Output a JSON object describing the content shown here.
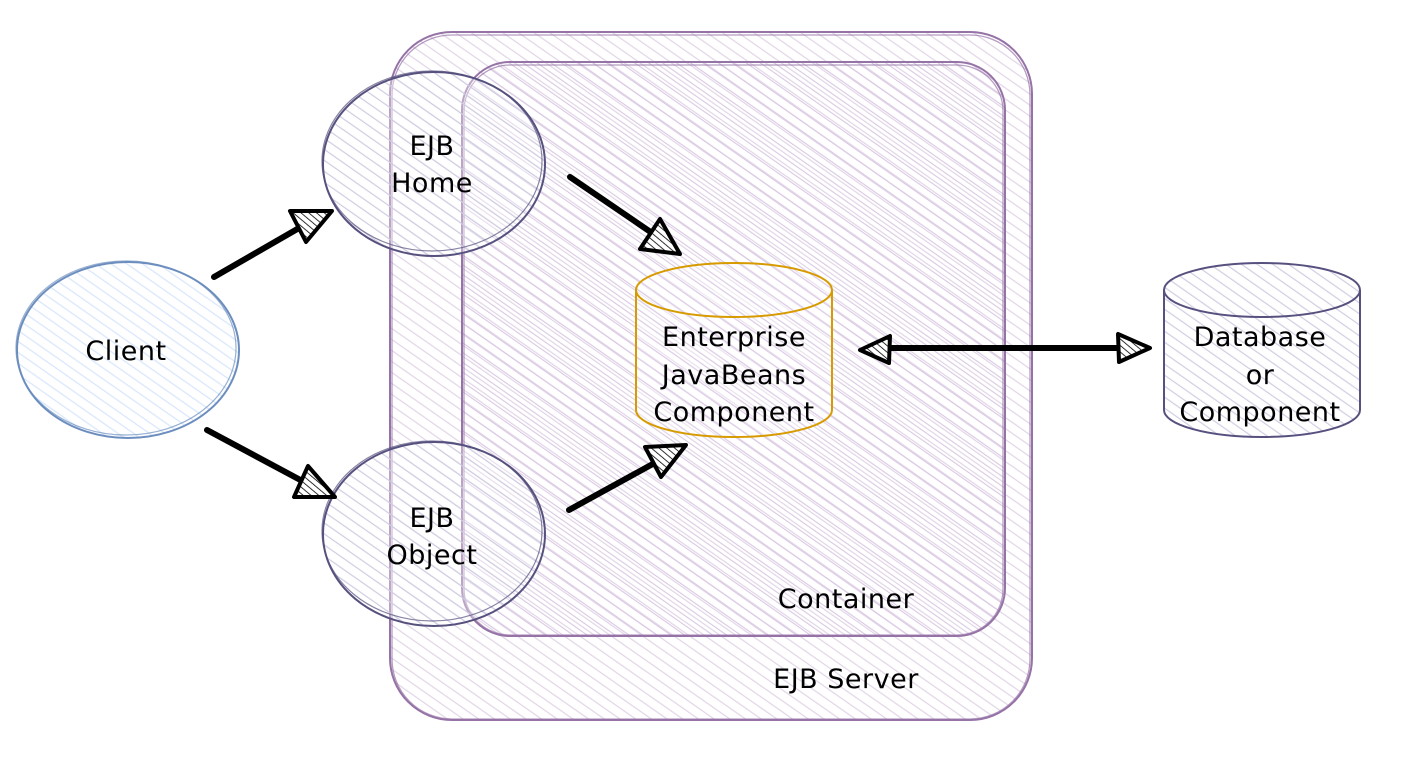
{
  "diagram": {
    "nodes": {
      "client": {
        "label": "Client"
      },
      "ejb_home": {
        "line1": "EJB",
        "line2": "Home"
      },
      "ejb_object": {
        "line1": "EJB",
        "line2": "Object"
      },
      "ejb_component": {
        "line1": "Enterprise",
        "line2": "JavaBeans",
        "line3": "Component"
      },
      "database": {
        "line1": "Database",
        "line2": "or",
        "line3": "Component"
      }
    },
    "groups": {
      "container": {
        "label": "Container"
      },
      "ejb_server": {
        "label": "EJB Server"
      }
    },
    "edges": [
      {
        "from": "client",
        "to": "ejb_home",
        "style": "single-arrow"
      },
      {
        "from": "client",
        "to": "ejb_object",
        "style": "single-arrow"
      },
      {
        "from": "ejb_home",
        "to": "ejb_component",
        "style": "single-arrow"
      },
      {
        "from": "ejb_object",
        "to": "ejb_component",
        "style": "single-arrow"
      },
      {
        "from": "ejb_component",
        "to": "database",
        "style": "double-arrow"
      }
    ],
    "colors": {
      "server_stroke": "#9673a6",
      "server_fill": "#e1d5e7",
      "container_stroke": "#9673a6",
      "client_stroke": "#6c8ebf",
      "client_fill": "#dae8fc",
      "circle_stroke": "#56517e",
      "circle_fill": "#d0cee2",
      "component_stroke": "#d79b00",
      "component_fill": "#e1d5e7",
      "database_stroke": "#56517e",
      "database_fill": "#d0cee2",
      "arrow": "#000000"
    }
  }
}
